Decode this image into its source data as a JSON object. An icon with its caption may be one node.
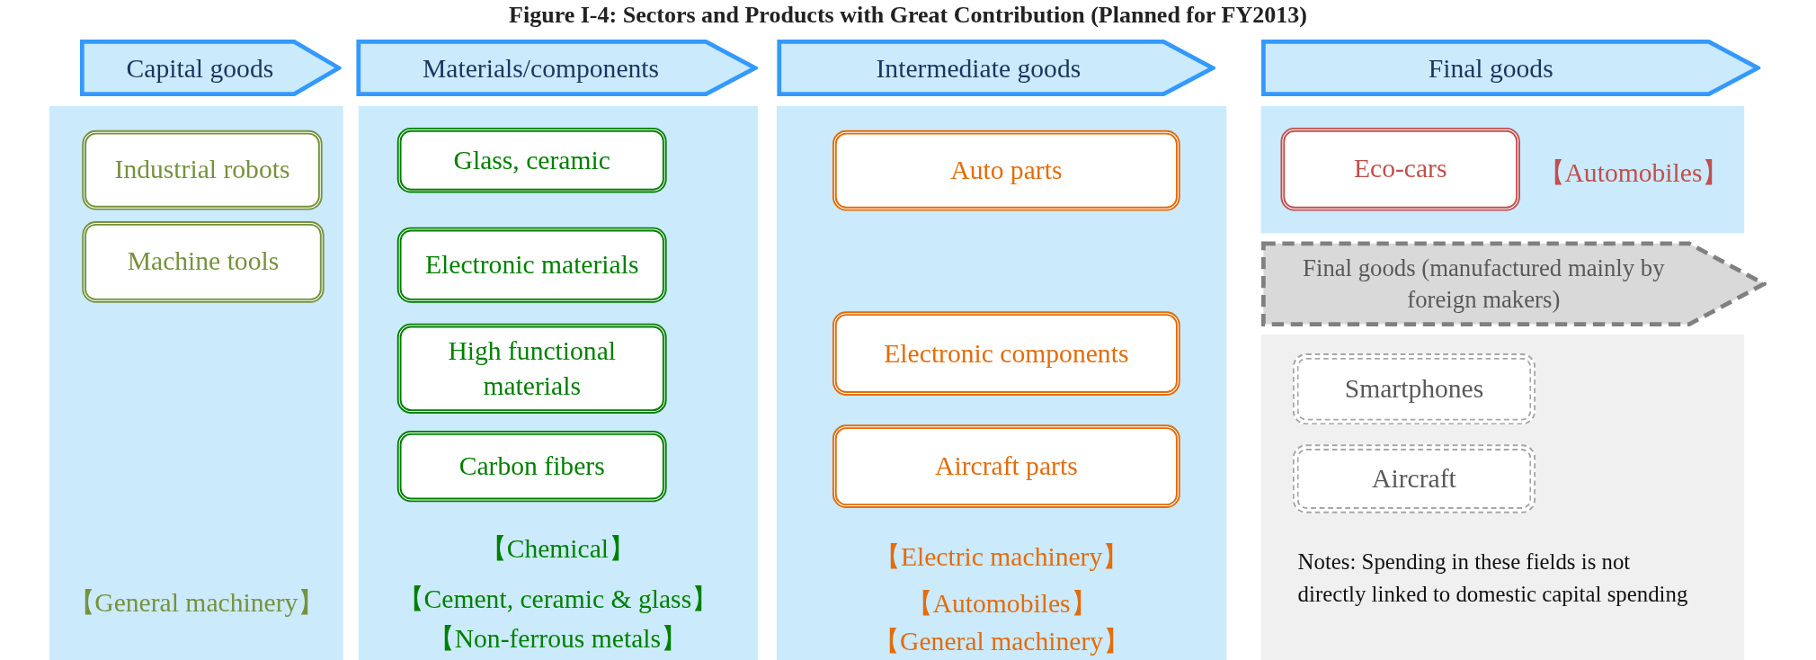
{
  "diagram": {
    "title": "Figure I-4: Sectors and Products with Great Contribution (Planned for FY2013)",
    "nodes": [
      {
        "text": [
          "Capital goods"
        ]
      },
      {
        "text": [
          "Materials/components"
        ]
      },
      {
        "text": [
          "Intermediate goods"
        ]
      },
      {
        "text": [
          "Final goods"
        ]
      },
      {
        "text": [
          "【General machinery】"
        ]
      },
      {
        "text": [
          "Industrial robots"
        ],
        "in": 4
      },
      {
        "text": [
          "Machine tools"
        ],
        "in": 4
      },
      {
        "text": [
          "【Chemical】",
          "【Cement, ceramic & glass】",
          "【Non-ferrous metals】"
        ]
      },
      {
        "text": [
          "Glass, ceramic"
        ],
        "in": 7
      },
      {
        "text": [
          "Electronic materials"
        ],
        "in": 7
      },
      {
        "text": [
          "High functional materials"
        ],
        "in": 7
      },
      {
        "text": [
          "Carbon fibers"
        ],
        "in": 7
      },
      {
        "text": [
          "【Electric machinery】",
          "【Automobiles】",
          "【General machinery】"
        ]
      },
      {
        "text": [
          "Auto parts"
        ],
        "in": 12
      },
      {
        "text": [
          "Electronic components"
        ],
        "in": 12
      },
      {
        "text": [
          "Aircraft parts"
        ],
        "in": 12
      },
      {
        "text": [
          "【Automobiles】"
        ]
      },
      {
        "text": [
          "Eco-cars"
        ],
        "in": 16
      },
      {
        "text": [
          "Final goods (manufactured mainly by foreign makers)"
        ]
      },
      {
        "text": [
          "Notes: Spending in these fields is not directly linked to domestic capital spending"
        ]
      },
      {
        "text": [
          "Smartphones"
        ],
        "in": 19
      },
      {
        "text": [
          "Aircraft"
        ],
        "in": 19
      }
    ]
  }
}
